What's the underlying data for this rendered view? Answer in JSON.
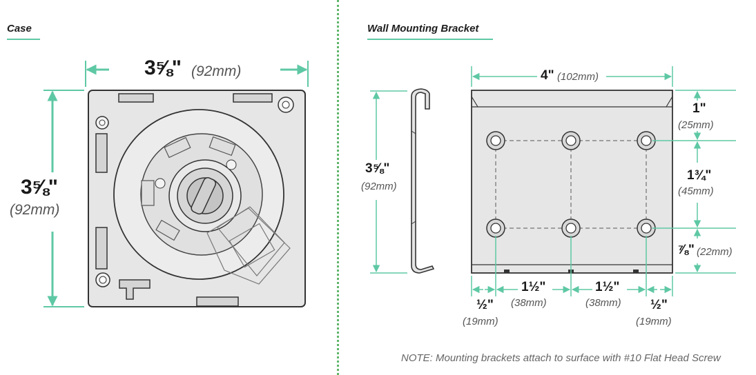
{
  "case": {
    "title": "Case",
    "width_label": "3⅝\"",
    "width_mm": "(92mm)",
    "height_label": "3⅝\"",
    "height_mm": "(92mm)"
  },
  "bracket": {
    "title": "Wall Mounting Bracket",
    "width_label": "4\"",
    "width_mm": "(102mm)",
    "side_height_label": "3⅝\"",
    "side_height_mm": "(92mm)",
    "right_dims": [
      {
        "label": "1\"",
        "mm": "(25mm)"
      },
      {
        "label": "1¾\"",
        "mm": "(45mm)"
      },
      {
        "label": "⅞\"",
        "mm": "(22mm)"
      }
    ],
    "bottom_dims": [
      {
        "label": "½\"",
        "mm": "(19mm)"
      },
      {
        "label": "1½\"",
        "mm": "(38mm)"
      },
      {
        "label": "1½\"",
        "mm": "(38mm)"
      },
      {
        "label": "½\"",
        "mm": "(19mm)"
      }
    ]
  },
  "note": "NOTE: Mounting brackets attach to surface with #10 Flat Head Screw",
  "colors": {
    "accent": "#5ec8a4",
    "divider": "#5fb56a",
    "part_fill": "#e6e6e6"
  }
}
